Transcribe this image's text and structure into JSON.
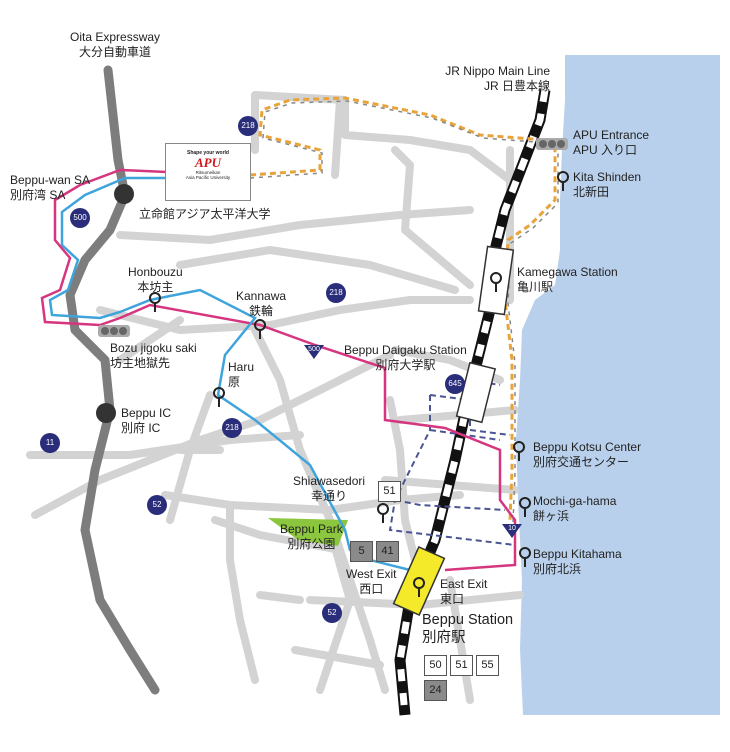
{
  "colors": {
    "sea": "#b9d0ec",
    "road": "#d3d3d3",
    "expressway": "#7d7d7d",
    "route_pink": "#d6357f",
    "route_blue": "#3fa4db",
    "route_orange_dash": "#e8a33a",
    "route_navy_dash": "#4b5596",
    "park": "#8cc63f",
    "station_highlight": "#f5ea2a",
    "shield": "#2a2d7a"
  },
  "labels": {
    "oita_expressway_en": "Oita Expressway",
    "oita_expressway_jp": "大分自動車道",
    "jr_line_en": "JR Nippo Main Line",
    "jr_line_jp": "JR 日豊本線",
    "apu_entrance_en": "APU Entrance",
    "apu_entrance_jp": "APU 入り口",
    "kita_shinden_en": "Kita Shinden",
    "kita_shinden_jp": "北新田",
    "beppu_wan_en": "Beppu-wan SA",
    "beppu_wan_jp": "別府湾 SA",
    "ritsumeikan_jp": "立命館アジア太平洋大学",
    "kamegawa_en": "Kamegawa Station",
    "kamegawa_jp": "亀川駅",
    "honbouzu_en": "Honbouzu",
    "honbouzu_jp": "本坊主",
    "kannawa_en": "Kannawa",
    "kannawa_jp": "鉄輪",
    "bozu_en": "Bozu jigoku saki",
    "bozu_jp": "坊主地獄先",
    "daigaku_en": "Beppu Daigaku Station",
    "daigaku_jp": "別府大学駅",
    "haru_en": "Haru",
    "haru_jp": "原",
    "beppu_ic_en": "Beppu IC",
    "beppu_ic_jp": "別府 IC",
    "kotsu_en": "Beppu Kotsu Center",
    "kotsu_jp": "別府交通センター",
    "shiawasedori_en": "Shiawasedori",
    "shiawasedori_jp": "幸通り",
    "mochi_en": "Mochi-ga-hama",
    "mochi_jp": "餅ヶ浜",
    "park_en": "Beppu Park",
    "park_jp": "別府公園",
    "kitahama_en": "Beppu Kitahama",
    "kitahama_jp": "別府北浜",
    "west_exit_en": "West Exit",
    "west_exit_jp": "西口",
    "east_exit_en": "East Exit",
    "east_exit_jp": "東口",
    "beppu_station_en": "Beppu Station",
    "beppu_station_jp": "別府駅"
  },
  "logo": {
    "tagline": "Shape your world",
    "name": "APU",
    "sub1": "Ritsumeikan",
    "sub2": "Asia Pacific University"
  },
  "route_shields": {
    "r218_top": "218",
    "r500_left": "500",
    "r218_mid": "218",
    "r500_mid": "500",
    "r645": "645",
    "r218_low": "218",
    "r11": "11",
    "r52_left": "52",
    "r52_low": "52",
    "r10": "10"
  },
  "bus_numbers": {
    "shiawasedori": "51",
    "west_exit": [
      "5",
      "41"
    ],
    "station_row": [
      "50",
      "51",
      "55"
    ],
    "station_dark": "24"
  }
}
